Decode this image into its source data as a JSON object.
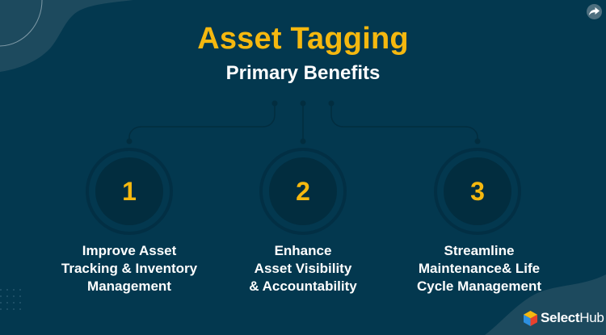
{
  "header": {
    "title": "Asset Tagging",
    "subtitle": "Primary Benefits"
  },
  "benefits": [
    {
      "number": "1",
      "lines": [
        "Improve Asset",
        "Tracking & Inventory",
        "Management"
      ]
    },
    {
      "number": "2",
      "lines": [
        "Enhance",
        "Asset Visibility",
        "& Accountability"
      ]
    },
    {
      "number": "3",
      "lines": [
        "Streamline",
        "Maintenance& Life",
        "Cycle Management"
      ]
    }
  ],
  "brand": {
    "name_bold": "Select",
    "name_regular": "Hub",
    "icon": "cube-logo-icon"
  },
  "share": {
    "icon": "share-arrow-icon"
  },
  "colors": {
    "background": "#03384f",
    "accent": "#f5b80f",
    "circle_inner": "#022d3f",
    "connector": "#022d3f",
    "decor_blob": "#1d4a5e",
    "text": "#ffffff"
  }
}
